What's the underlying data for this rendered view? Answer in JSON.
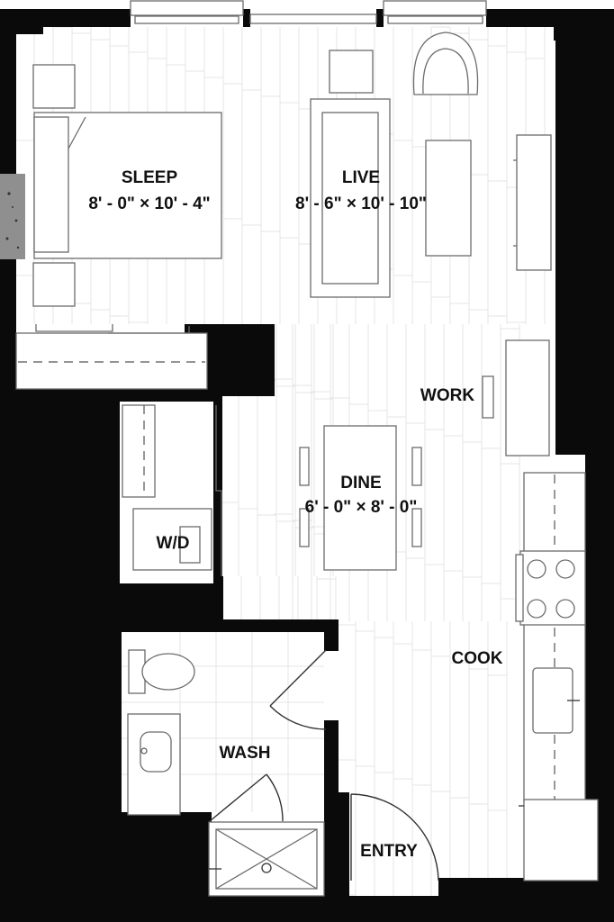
{
  "rooms": {
    "sleep": {
      "name": "SLEEP",
      "dims": "8' - 0\" × 10' - 4\""
    },
    "live": {
      "name": "LIVE",
      "dims": "8' - 6\" × 10' - 10\""
    },
    "work": {
      "name": "WORK"
    },
    "dine": {
      "name": "DINE",
      "dims": "6' - 0\" × 8' - 0\""
    },
    "wd": {
      "name": "W/D"
    },
    "cook": {
      "name": "COOK"
    },
    "wash": {
      "name": "WASH"
    },
    "entry": {
      "name": "ENTRY"
    }
  },
  "colors": {
    "wall": "#0a0a0a",
    "floor": "#ffffff",
    "fixture": "#6b6b6b",
    "board": "#e4e4e4",
    "stone": "#8f8f8f"
  }
}
